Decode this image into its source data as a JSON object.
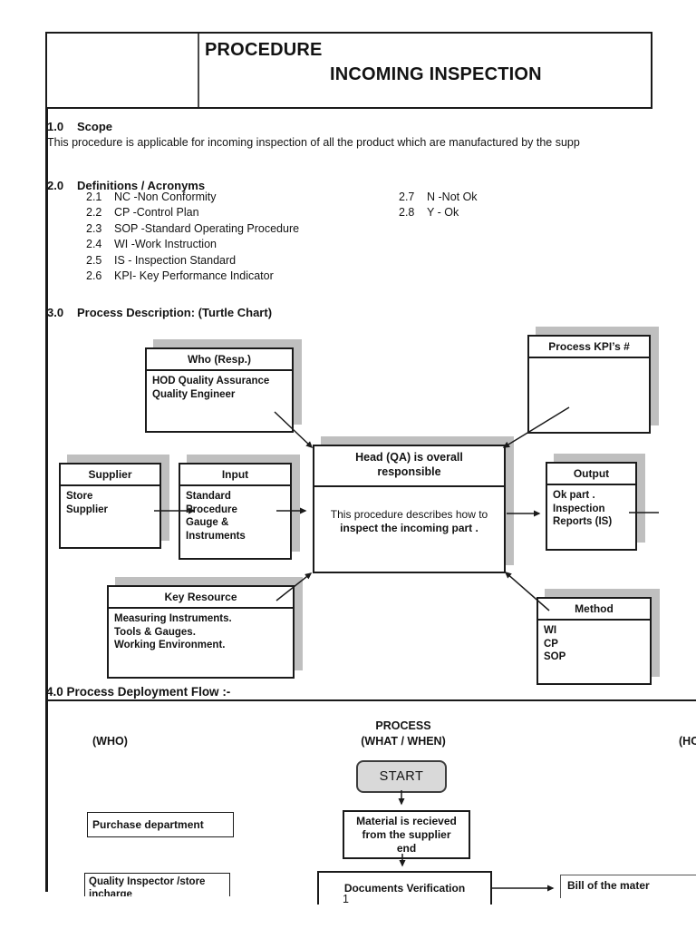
{
  "header": {
    "title_line1": "PROCEDURE",
    "title_line2": "INCOMING INSPECTION"
  },
  "sections": {
    "scope": {
      "num": "1.0",
      "title": "Scope",
      "body": "This procedure is applicable for incoming inspection of all the product which are manufactured by the supp"
    },
    "definitions": {
      "num": "2.0",
      "title": "Definitions / Acronyms",
      "items_left": [
        {
          "num": "2.1",
          "text": "NC -Non Conformity"
        },
        {
          "num": "2.2",
          "text": "CP -Control Plan"
        },
        {
          "num": "2.3",
          "text": "SOP -Standard Operating Procedure"
        },
        {
          "num": "2.4",
          "text": "WI -Work Instruction"
        },
        {
          "num": "2.5",
          "text": "IS - Inspection Standard"
        },
        {
          "num": "2.6",
          "text": "KPI- Key Performance Indicator"
        }
      ],
      "items_right": [
        {
          "num": "2.7",
          "text": "N -Not Ok"
        },
        {
          "num": "2.8",
          "text": "Y - Ok"
        }
      ]
    },
    "process": {
      "num": "3.0",
      "title": "Process Description: (Turtle Chart)"
    },
    "flow": {
      "title": "4.0 Process Deployment Flow :-"
    }
  },
  "turtle": {
    "who": {
      "title": "Who (Resp.)",
      "lines": [
        "HOD Quality Assurance",
        "Quality Engineer"
      ]
    },
    "kpi": {
      "title": "Process KPI’s #"
    },
    "supplier": {
      "title": "Supplier",
      "lines": [
        "Store",
        "Supplier"
      ]
    },
    "input": {
      "title": "Input",
      "lines": [
        "Standard",
        "Procedure",
        "Gauge &",
        "Instruments"
      ]
    },
    "center": {
      "title_line1": "Head (QA) is overall",
      "title_line2": "responsible",
      "body_line1": "This procedure describes how to",
      "body_line2": "inspect the incoming  part ."
    },
    "output": {
      "title": "Output",
      "lines": [
        "Ok part .",
        "Inspection",
        "Reports (IS)"
      ]
    },
    "key_resource": {
      "title": "Key Resource",
      "lines": [
        "Measuring Instruments.",
        "Tools & Gauges.",
        "Working Environment."
      ]
    },
    "method": {
      "title": "Method",
      "lines": [
        "WI",
        "CP",
        "SOP"
      ]
    }
  },
  "flowchart": {
    "col_who": "(WHO)",
    "col_process_line1": "PROCESS",
    "col_process_line2": "(WHAT / WHEN)",
    "col_how": "(HOW)",
    "start_label": "START",
    "purchase": "Purchase department",
    "material_lines": [
      "Material is  recieved",
      "from the supplier",
      "end"
    ],
    "quality_lines": [
      "Quality Inspector /store",
      "incharge"
    ],
    "documents": "Documents Verification",
    "bill": "Bill of the mater"
  },
  "page": {
    "number": "1"
  },
  "colors": {
    "shadow": "#bfbfbf",
    "start_fill": "#d9d9d9",
    "border": "#1a1a1a"
  }
}
